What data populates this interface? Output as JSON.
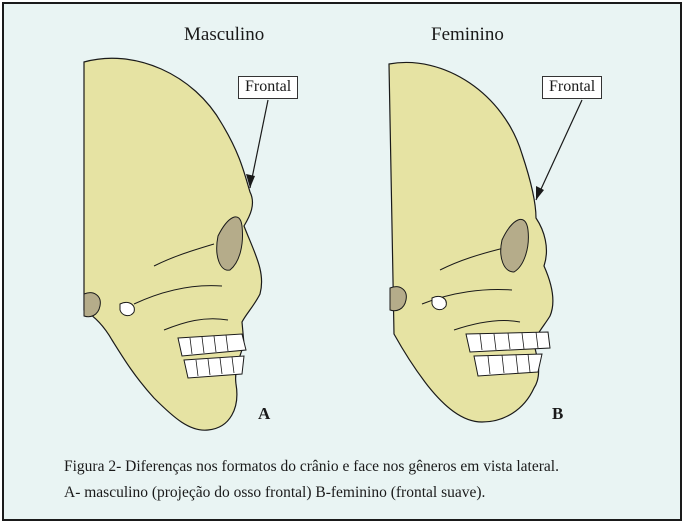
{
  "panels": {
    "left": {
      "title": "Masculino",
      "label": "Frontal",
      "letter": "A"
    },
    "right": {
      "title": "Feminino",
      "label": "Frontal",
      "letter": "B"
    }
  },
  "caption": {
    "line1": "Figura 2- Diferenças nos formatos do crânio e face nos gêneros em vista lateral.",
    "line2": "A- masculino (projeção do osso frontal) B-feminino (frontal suave)."
  },
  "colors": {
    "background": "#e9f4f3",
    "bone": "#e6e3a3",
    "orbit": "#b5ac8a",
    "teeth": "#ffffff",
    "outline": "#1a1a1a"
  }
}
